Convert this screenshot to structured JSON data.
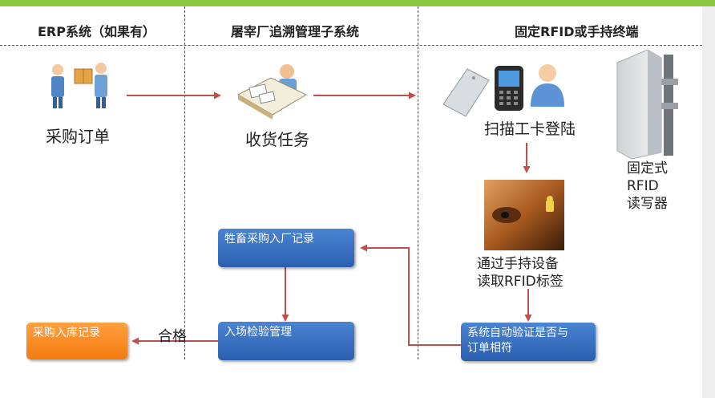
{
  "lanes": {
    "erp": "ERP系统（如果有）",
    "slaughter": "屠宰厂追溯管理子系统",
    "terminal": "固定RFID或手持终端"
  },
  "labels": {
    "purchase_order": "采购订单",
    "receiving_task": "收货任务",
    "scan_card_login": "扫描工卡登陆",
    "fixed_reader": [
      "固定式",
      "RFID",
      "读写器"
    ],
    "read_tag": [
      "通过手持设备",
      "读取RFID标签"
    ],
    "pass": "合格"
  },
  "boxes": {
    "livestock_record": "牲畜采购入厂记录",
    "inspection": "入场检验管理",
    "purchase_storage": "采购入库记录",
    "auto_verify": [
      "系统自动验证是否与",
      "订单相符"
    ]
  },
  "colors": {
    "top_bar": "#8cc63f",
    "arrow": "#c0504d",
    "box_blue": "#2f68b8",
    "box_orange": "#f58220"
  },
  "icons": [
    "two-people-handover-icon",
    "person-at-desk-icon",
    "rfid-card-icon",
    "handheld-terminal-icon",
    "user-icon",
    "fixed-reader-icon",
    "cattle-ear-tag-photo"
  ]
}
